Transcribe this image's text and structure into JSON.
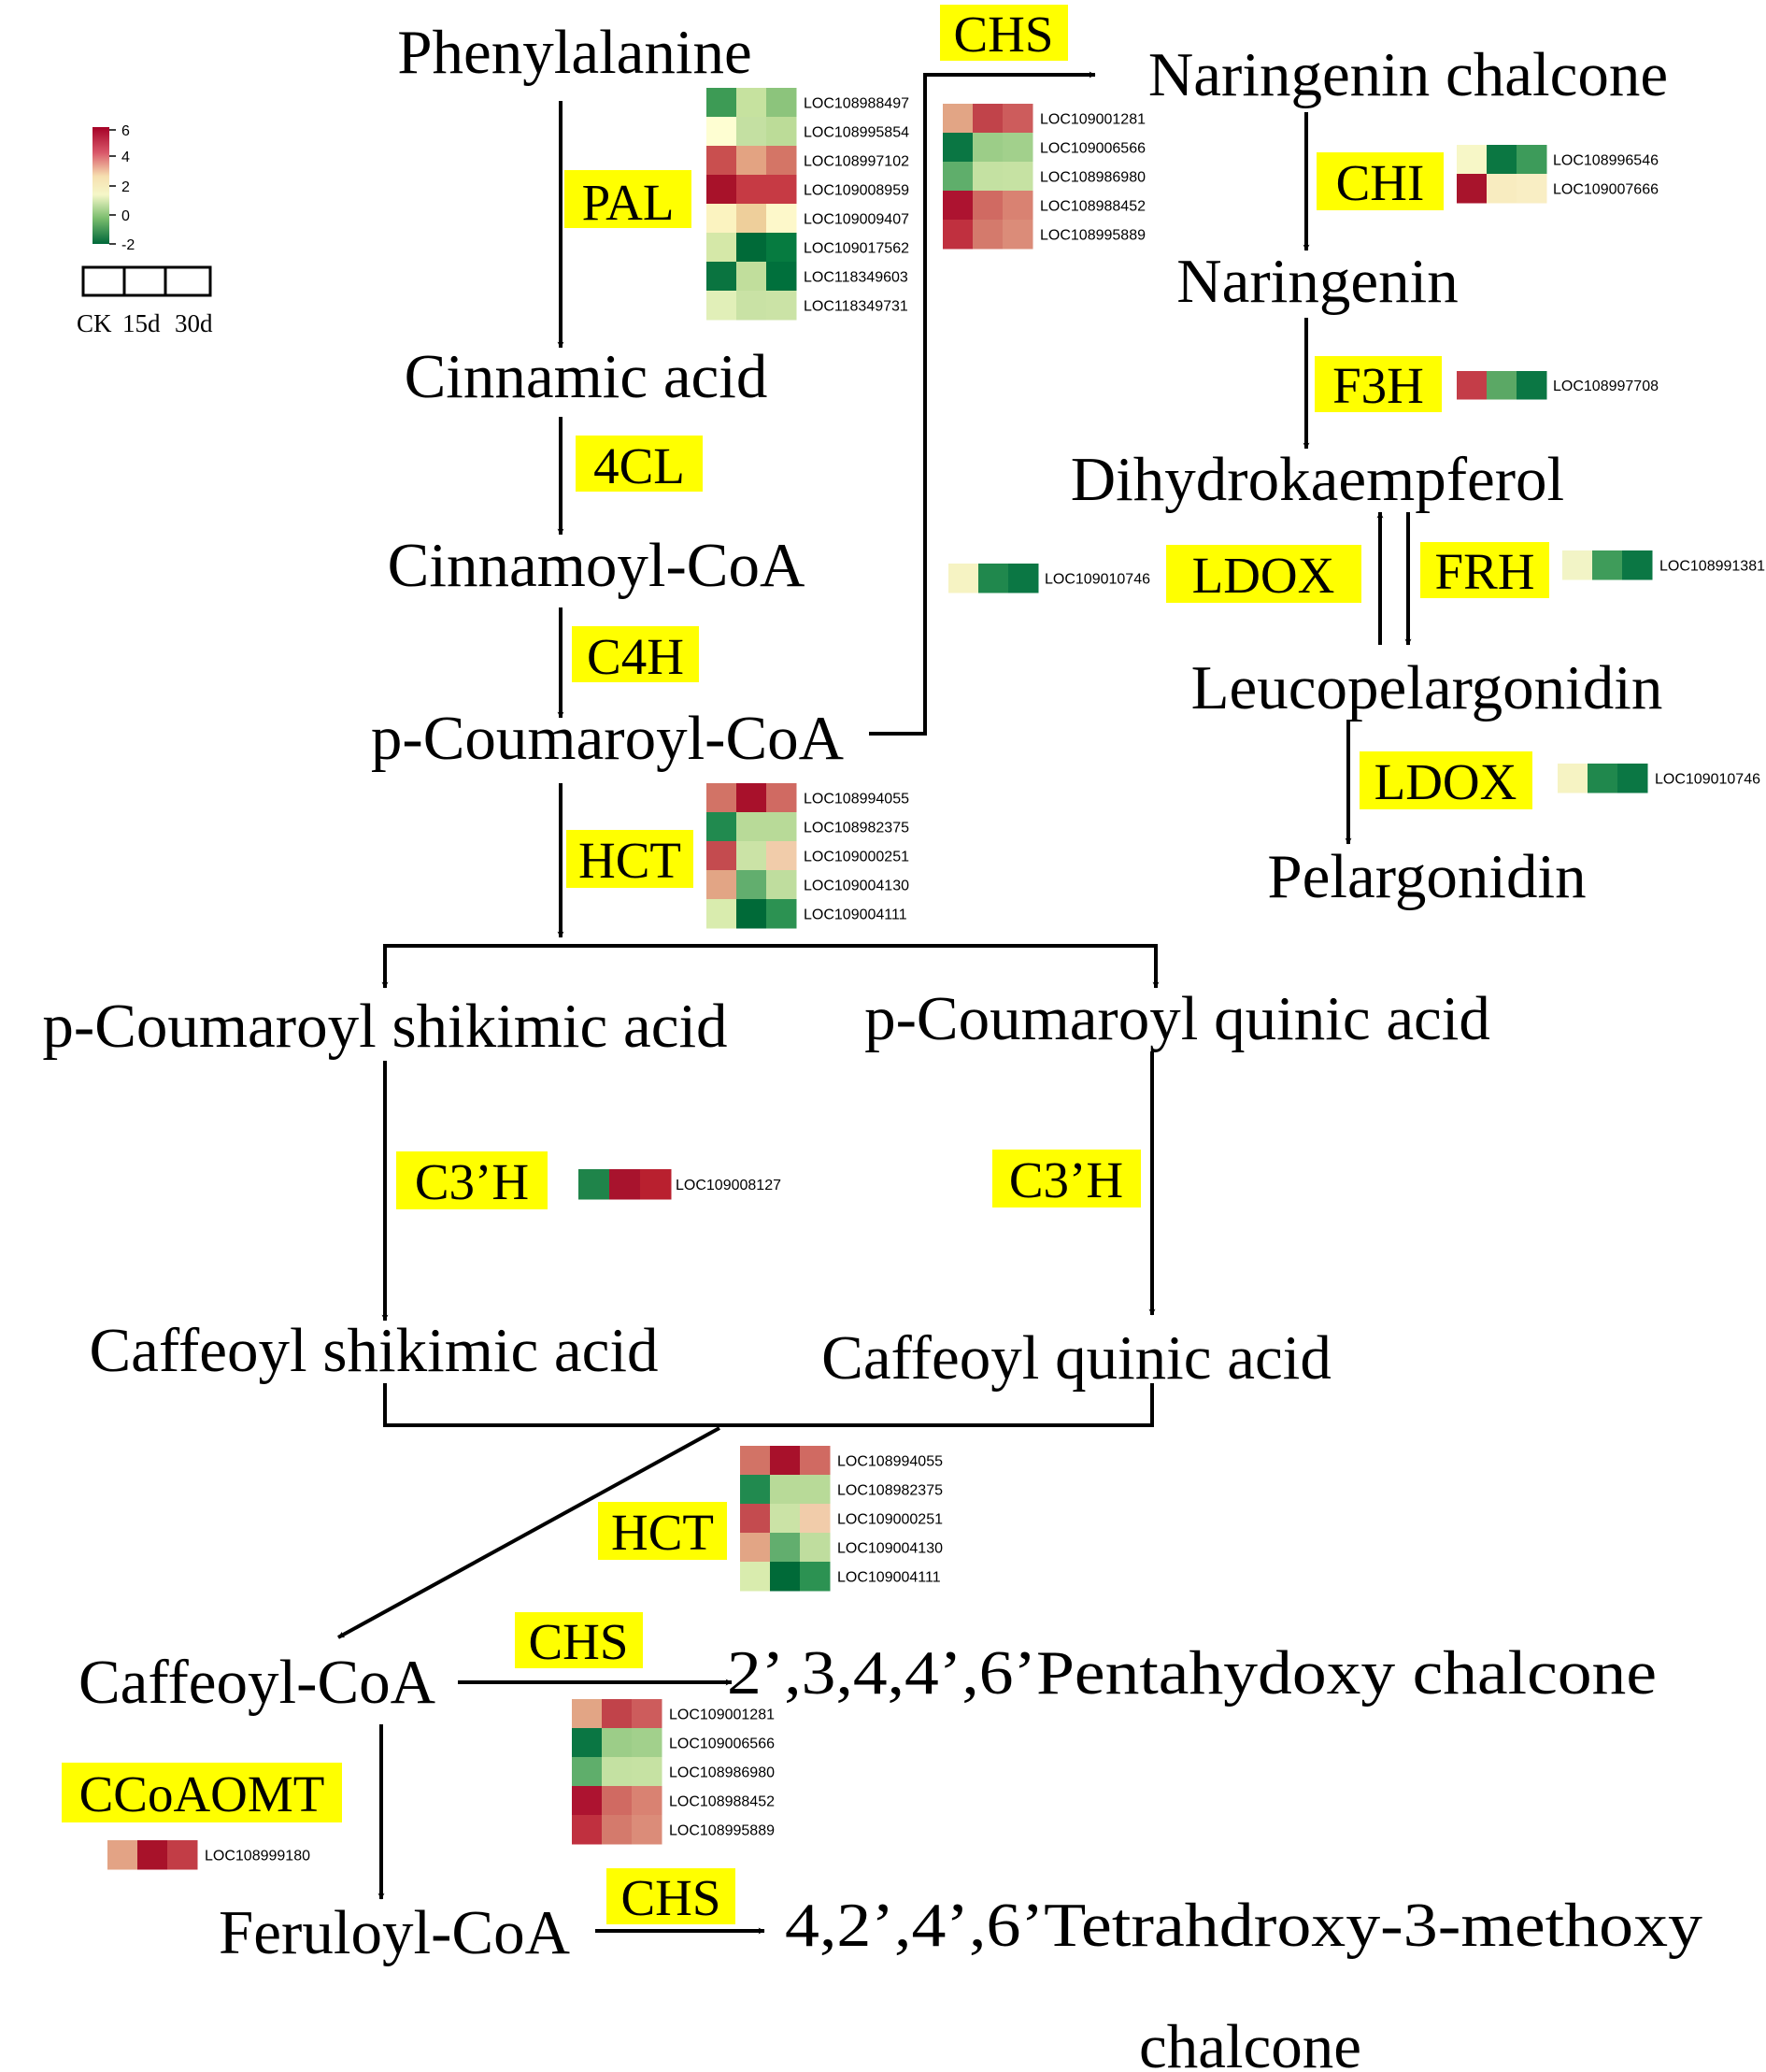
{
  "legend": {
    "ticks": [
      "6",
      "4",
      "2",
      "0",
      "-2"
    ],
    "gradient_colors": [
      "#a50026",
      "#d73027",
      "#e9967a",
      "#ffffe0",
      "#b8d98a",
      "#4a9e5c",
      "#00683a"
    ],
    "columns": [
      "CK",
      "15d",
      "30d"
    ]
  },
  "compounds": {
    "phenylalanine": "Phenylalanine",
    "cinnamic_acid": "Cinnamic acid",
    "cinnamoyl_coa": "Cinnamoyl-CoA",
    "p_coumaroyl_coa": "p-Coumaroyl-CoA",
    "naringenin_chalcone": "Naringenin chalcone",
    "naringenin": "Naringenin",
    "dihydrokaempferol": "Dihydrokaempferol",
    "leucopelargonidin": "Leucopelargonidin",
    "pelargonidin": "Pelargonidin",
    "p_coumaroyl_shikimic_acid": "p-Coumaroyl shikimic acid",
    "p_coumaroyl_quinic_acid": "p-Coumaroyl quinic acid",
    "caffeoyl_shikimic_acid": "Caffeoyl shikimic acid",
    "caffeoyl_quinic_acid": "Caffeoyl quinic acid",
    "caffeoyl_coa": "Caffeoyl-CoA",
    "feruloyl_coa": "Feruloyl-CoA",
    "pentahydroxy_chalcone": "2’,3,4,4’,6’Pentahydoxy chalcone",
    "tetrahydroxy_line1": "4,2’,4’,6’Tetrahdroxy-3-methoxy",
    "tetrahydroxy_line2": "chalcone"
  },
  "enzymes": {
    "pal": "PAL",
    "cl4": "4CL",
    "c4h": "C4H",
    "chs_top": "CHS",
    "chi": "CHI",
    "f3h": "F3H",
    "ldox_left": "LDOX",
    "frh": "FRH",
    "ldox_lower": "LDOX",
    "hct_upper": "HCT",
    "c3h_left": "C3’H",
    "c3h_right": "C3’H",
    "hct_lower": "HCT",
    "chs_mid": "CHS",
    "ccoaomt": "CCoAOMT",
    "chs_bottom": "CHS"
  },
  "heatmaps": {
    "pal": {
      "genes": [
        "LOC108988497",
        "LOC108995854",
        "LOC108997102",
        "LOC109008959",
        "LOC109009407",
        "LOC109017562",
        "LOC118349603",
        "LOC118349731"
      ],
      "colors": [
        [
          "#3d9b55",
          "#c6e29f",
          "#8cc47c"
        ],
        [
          "#fefed2",
          "#c4e0a2",
          "#bcdc98"
        ],
        [
          "#c94f4f",
          "#e3a382",
          "#d47566"
        ],
        [
          "#a8122a",
          "#c63a44",
          "#c63a44"
        ],
        [
          "#fbf3c0",
          "#eecf9b",
          "#fdf8ca"
        ],
        [
          "#d5e8a8",
          "#006a38",
          "#067b40"
        ],
        [
          "#0a7440",
          "#c1de9c",
          "#00703c"
        ],
        [
          "#e1efb8",
          "#c9e2a5",
          "#cbe3a6"
        ]
      ]
    },
    "chs": {
      "genes": [
        "LOC109001281",
        "LOC109006566",
        "LOC108986980",
        "LOC108988452",
        "LOC108995889"
      ],
      "colors": [
        [
          "#e2a585",
          "#c1434a",
          "#cd5c5c"
        ],
        [
          "#0a7643",
          "#9ccd88",
          "#a2d08c"
        ],
        [
          "#5fae6b",
          "#c4e1a2",
          "#c6e2a3"
        ],
        [
          "#ad1330",
          "#d06a62",
          "#d98272"
        ],
        [
          "#c0303f",
          "#d47a6c",
          "#db8c79"
        ]
      ]
    },
    "chi": {
      "genes": [
        "LOC108996546",
        "LOC109007666"
      ],
      "colors": [
        [
          "#f7f7c7",
          "#0b7742",
          "#3d9b5a"
        ],
        [
          "#a8142c",
          "#f8ecc0",
          "#f9eec4"
        ]
      ]
    },
    "f3h": {
      "genes": [
        "LOC108997708"
      ],
      "colors": [
        [
          "#c43d48",
          "#5ba865",
          "#0b7744"
        ]
      ]
    },
    "ldox": {
      "genes": [
        "LOC109010746"
      ],
      "colors": [
        [
          "#f6f3c3",
          "#20884d",
          "#0b7744"
        ]
      ]
    },
    "frh": {
      "genes": [
        "LOC108991381"
      ],
      "colors": [
        [
          "#f2f4c6",
          "#3f9c5a",
          "#0b7744"
        ]
      ]
    },
    "ldox_lower": {
      "genes": [
        "LOC109010746"
      ],
      "colors": [
        [
          "#f6f3c3",
          "#20884d",
          "#0b7744"
        ]
      ]
    },
    "hct": {
      "genes": [
        "LOC108994055",
        "LOC108982375",
        "LOC109000251",
        "LOC109004130",
        "LOC109004111"
      ],
      "colors": [
        [
          "#d27366",
          "#a8112b",
          "#d06a62"
        ],
        [
          "#218a4f",
          "#b8da98",
          "#b8da98"
        ],
        [
          "#c44b4f",
          "#cbe3a6",
          "#f1ccaa"
        ],
        [
          "#e2a585",
          "#62ae6e",
          "#bfdd9e"
        ],
        [
          "#d9ecae",
          "#006a38",
          "#2c9252"
        ]
      ]
    },
    "c3h": {
      "genes": [
        "LOC109008127"
      ],
      "colors": [
        [
          "#1f844a",
          "#a8132d",
          "#b9202f"
        ]
      ]
    },
    "hct_lower": {
      "genes": [
        "LOC108994055",
        "LOC108982375",
        "LOC109000251",
        "LOC109004130",
        "LOC109004111"
      ],
      "colors": [
        [
          "#d27366",
          "#a8112b",
          "#d06a62"
        ],
        [
          "#218a4f",
          "#b8da98",
          "#b8da98"
        ],
        [
          "#c44b4f",
          "#cbe3a6",
          "#f1ccaa"
        ],
        [
          "#e2a585",
          "#62ae6e",
          "#bfdd9e"
        ],
        [
          "#d9ecae",
          "#006a38",
          "#2c9252"
        ]
      ]
    },
    "chs_mid": {
      "genes": [
        "LOC109001281",
        "LOC109006566",
        "LOC108986980",
        "LOC108988452",
        "LOC108995889"
      ],
      "colors": [
        [
          "#e2a585",
          "#c1434a",
          "#cd5c5c"
        ],
        [
          "#0a7643",
          "#9ccd88",
          "#a2d08c"
        ],
        [
          "#5fae6b",
          "#c4e1a2",
          "#c6e2a3"
        ],
        [
          "#ad1330",
          "#d06a62",
          "#d98272"
        ],
        [
          "#c0303f",
          "#d47a6c",
          "#db8c79"
        ]
      ]
    },
    "ccoaomt": {
      "genes": [
        "LOC108999180"
      ],
      "colors": [
        [
          "#e3a385",
          "#a8122a",
          "#c23d46"
        ]
      ]
    }
  }
}
